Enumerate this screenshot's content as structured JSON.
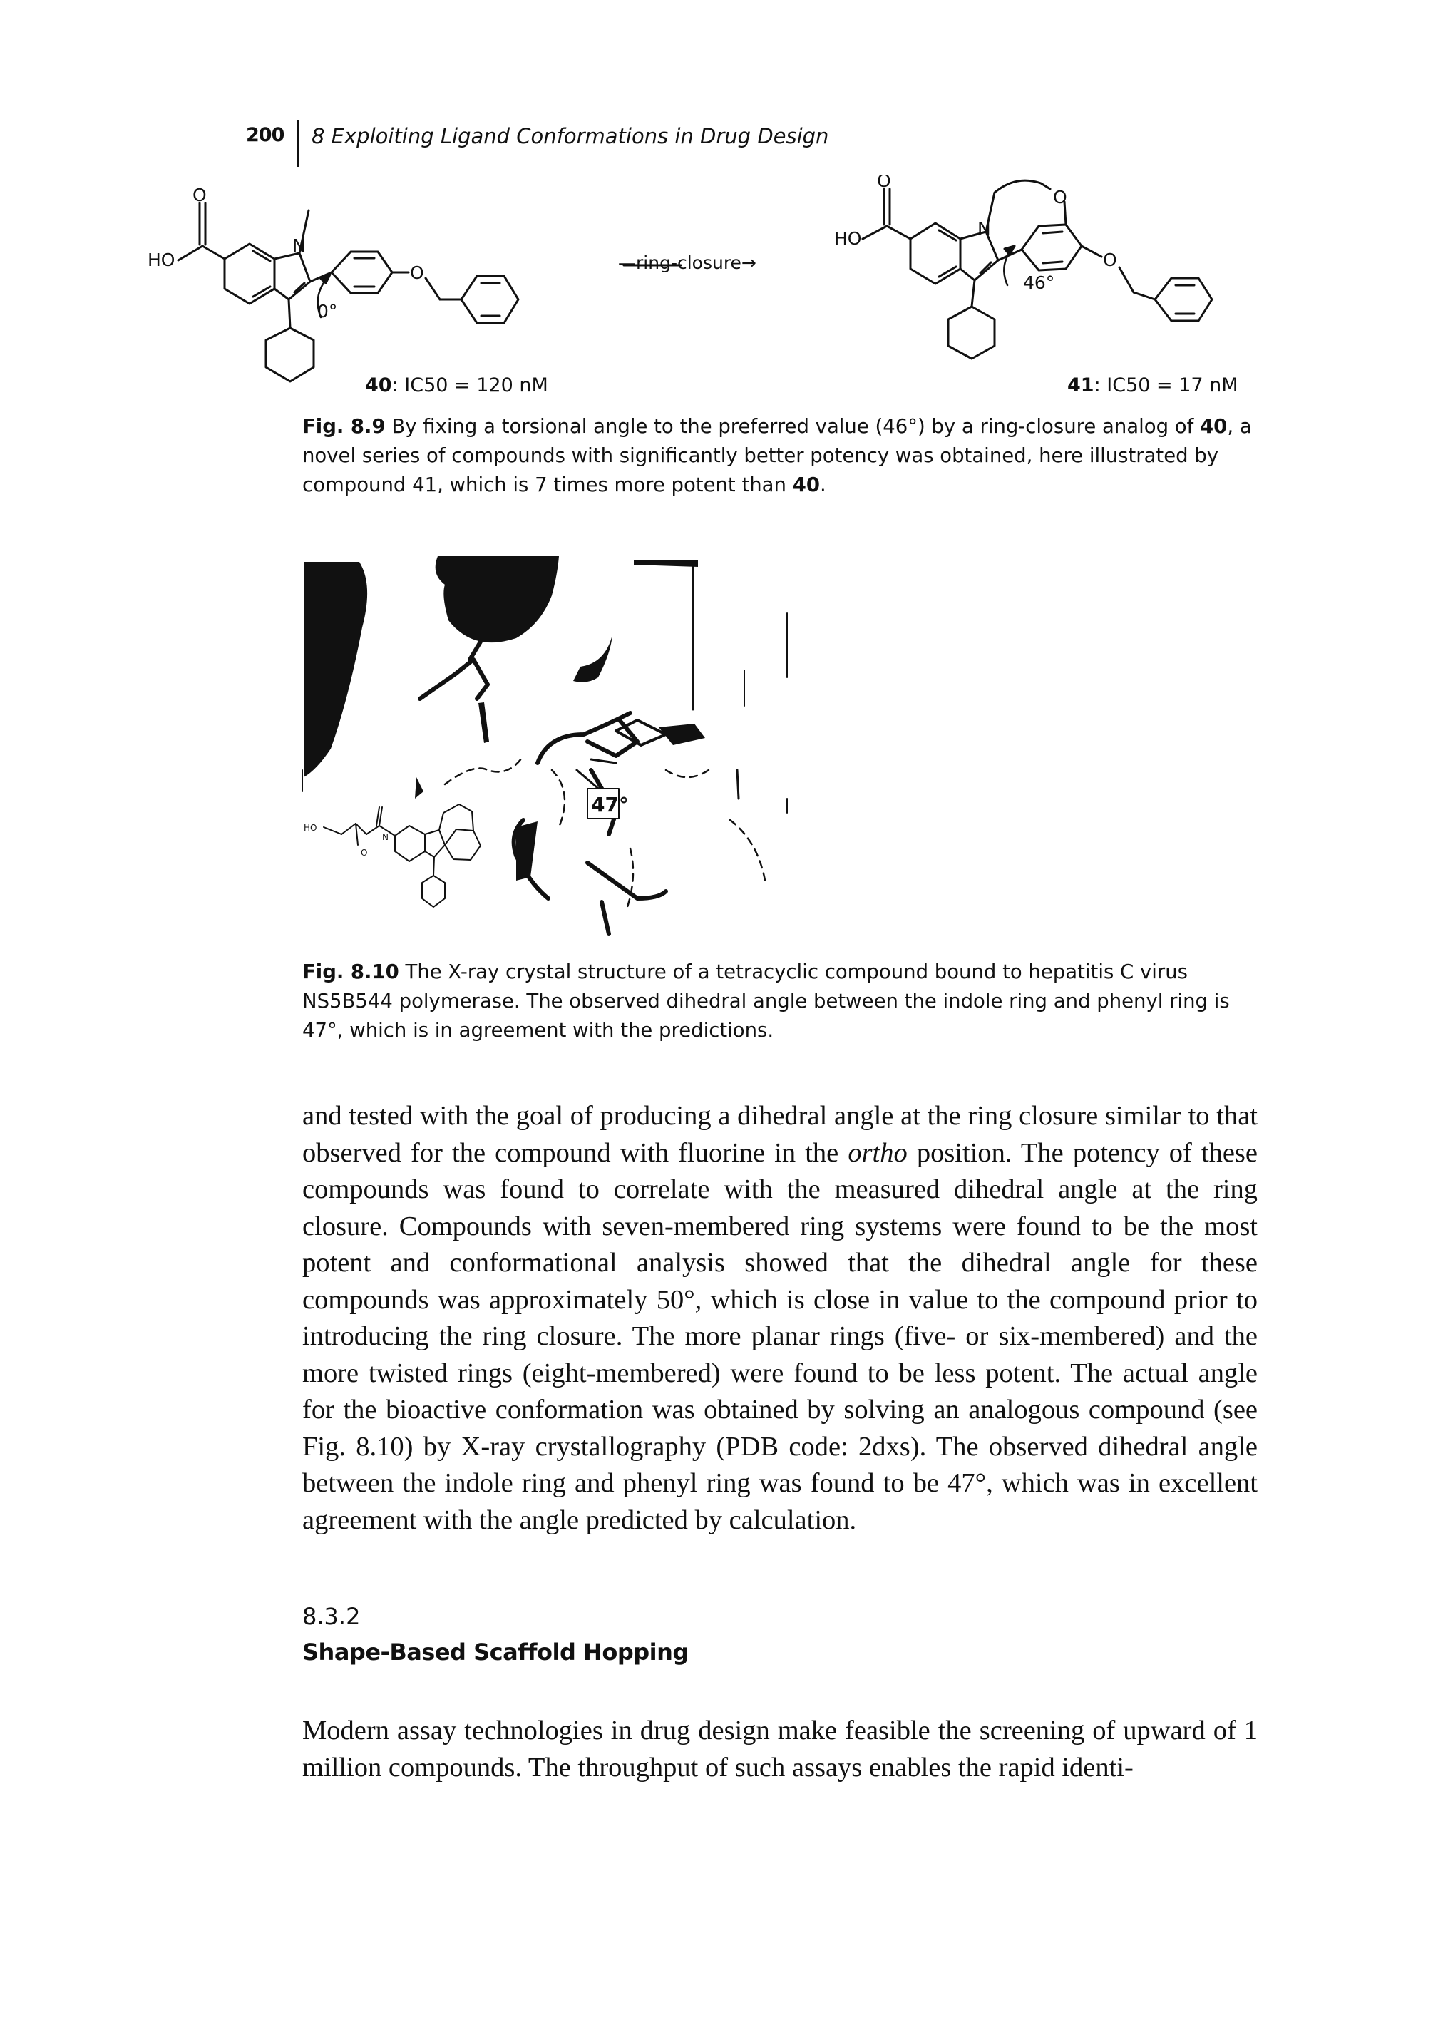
{
  "header": {
    "page_number": "200",
    "running_title": "8 Exploiting Ligand Conformations in Drug Design"
  },
  "figure_8_9": {
    "arrow_label": "—ring-closure→",
    "compound_40": {
      "number": "40",
      "activity": ": IC50 = 120 nM"
    },
    "compound_41": {
      "number": "41",
      "activity": ": IC50 = 17 nM"
    },
    "angle_40": "0°",
    "angle_41": "46°",
    "atoms": {
      "ho": "HO",
      "o": "O",
      "n": "N"
    },
    "caption": {
      "label": "Fig. 8.9",
      "text_1": " By fixing a torsional angle to the preferred value (46°) by a ring-closure analog of ",
      "num_1": "40",
      "text_2": ", a novel series of compounds with significantly better potency was obtained, here illustrated by compound 41, which is 7 times more potent than ",
      "num_2": "40",
      "text_3": "."
    }
  },
  "figure_8_10": {
    "angle_label": "47°",
    "small_atoms": {
      "ho": "HO",
      "o": "O",
      "n": "N"
    },
    "caption": {
      "label": "Fig. 8.10",
      "text": " The X-ray crystal structure of a tetracyclic compound bound to hepatitis C virus NS5B544 polymerase. The observed dihedral angle between the indole ring and phenyl ring is 47°, which is in agreement with the predictions."
    }
  },
  "body": {
    "paragraph_1a": "and tested with the goal of producing a dihedral angle at the ring closure similar to that observed for the compound with fluorine in the ",
    "paragraph_1_italic": "ortho",
    "paragraph_1b": " position. The potency of these compounds was found to correlate with the measured dihedral angle at the ring closure. Compounds with seven-membered ring systems were found to be the most potent and conformational analysis showed that the dihedral angle for these compounds was approximately 50°, which is close in value to the compound prior to introducing the ring closure. The more planar rings (five- or six-membered) and the more twisted rings (eight-membered) were found to be less potent. The actual angle for the bioactive conformation was obtained by solving an analogous compound (see Fig. 8.10) by X-ray crystallography (PDB code: 2dxs). The observed dihedral angle between the indole ring and phenyl ring was found to be 47°, which was in excellent agreement with the angle predicted by calculation.",
    "section_number": "8.3.2",
    "section_title": "Shape-Based Scaffold Hopping",
    "paragraph_2": "Modern assay technologies in drug design make feasible the screening of upward of 1 million compounds. The throughput of such assays enables the rapid identi-"
  }
}
